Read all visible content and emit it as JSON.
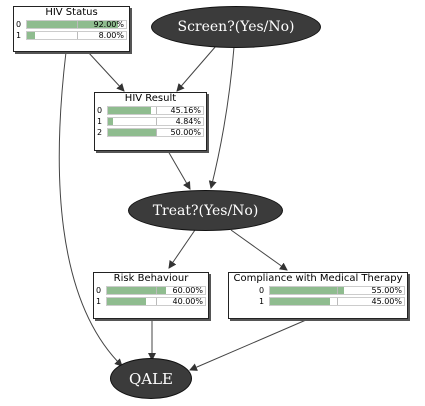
{
  "nodes": {
    "hiv_status": {
      "title": "HIV Status",
      "states": [
        {
          "state": "0",
          "pct": "92.00%",
          "value": 0.92
        },
        {
          "state": "1",
          "pct": "8.00%",
          "value": 0.08
        }
      ]
    },
    "screen": {
      "label": "Screen?(Yes/No)"
    },
    "hiv_result": {
      "title": "HIV Result",
      "states": [
        {
          "state": "0",
          "pct": "45.16%",
          "value": 0.4516
        },
        {
          "state": "1",
          "pct": "4.84%",
          "value": 0.0484
        },
        {
          "state": "2",
          "pct": "50.00%",
          "value": 0.5
        }
      ]
    },
    "treat": {
      "label": "Treat?(Yes/No)"
    },
    "risk": {
      "title": "Risk Behaviour",
      "states": [
        {
          "state": "0",
          "pct": "60.00%",
          "value": 0.6
        },
        {
          "state": "1",
          "pct": "40.00%",
          "value": 0.4
        }
      ]
    },
    "compliance": {
      "title": "Compliance with Medical Therapy",
      "states": [
        {
          "state": "0",
          "pct": "55.00%",
          "value": 0.55
        },
        {
          "state": "1",
          "pct": "45.00%",
          "value": 0.45
        }
      ]
    },
    "qale": {
      "label": "QALE"
    }
  },
  "colors": {
    "bar_fill": "#8fbc8f",
    "decision_fill": "#3b3b3b"
  }
}
